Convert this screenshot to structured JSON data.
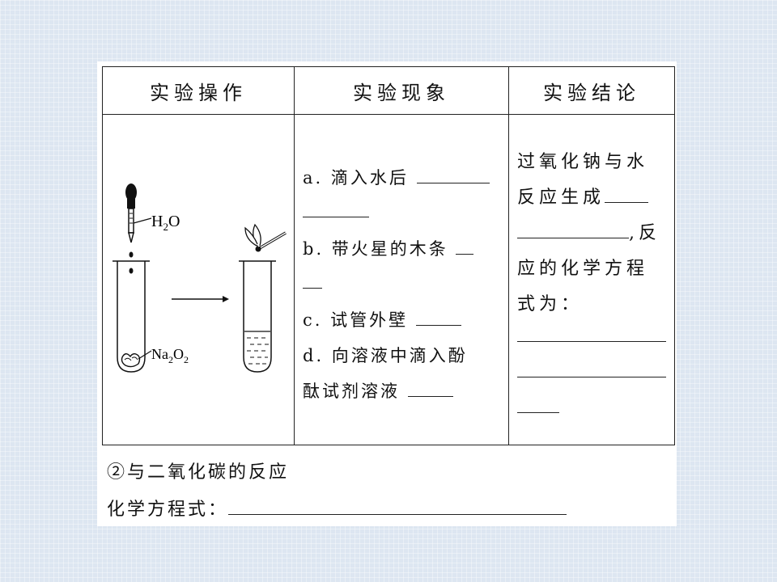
{
  "table": {
    "headers": [
      "实验操作",
      "实验现象",
      "实验结论"
    ],
    "labels": {
      "water": "H",
      "water_sub": "2",
      "water_tail": "O",
      "na": "Na",
      "na_sub1": "2",
      "na_mid": "O",
      "na_sub2": "2"
    },
    "observations": {
      "a": "a. 滴入水后",
      "b": "b. 带火星的木条",
      "c": "c. 试管外壁",
      "d1": "d. 向溶液中滴入酚",
      "d2": "酞试剂溶液"
    },
    "conclusion": {
      "l1": "过氧化钠与水",
      "l2": "反应生成",
      "l3": ",反",
      "l4": "应的化学方程",
      "l5": "式为："
    }
  },
  "co2_section": {
    "title": "②与二氧化碳的反应",
    "equation_label": "化学方程式："
  }
}
